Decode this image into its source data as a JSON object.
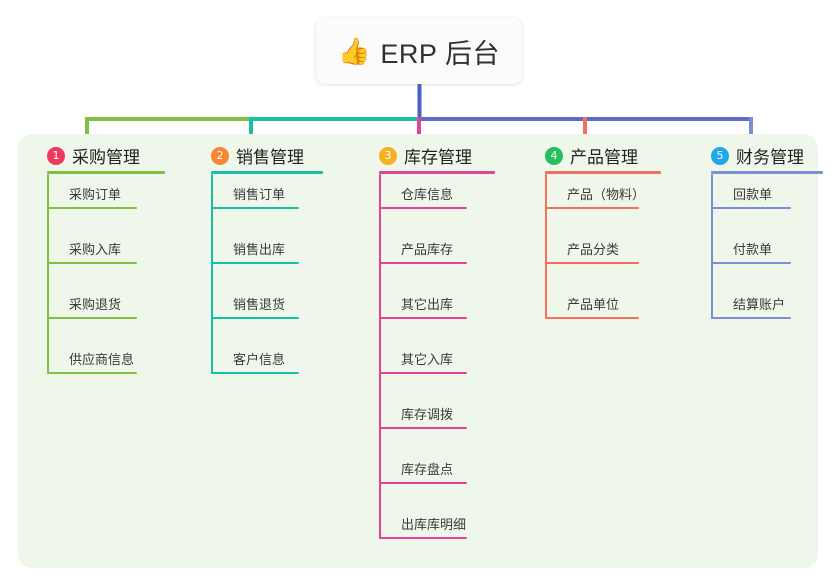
{
  "root": {
    "icon": "thumbs-up-icon",
    "icon_glyph": "👍",
    "title": "ERP 后台"
  },
  "theme": {
    "panel_background": "#eef7e9",
    "page_background": "#ffffff",
    "card_background": "#fbfbfb",
    "trunk_color": "#4b5fc4",
    "text_color": "#303133"
  },
  "columns": [
    {
      "number": "1",
      "title": "采购管理",
      "badge_color": "#ee3860",
      "line_color": "#7fbf45",
      "items": [
        {
          "label": "采购订单"
        },
        {
          "label": "采购入库"
        },
        {
          "label": "采购退货"
        },
        {
          "label": "供应商信息"
        }
      ]
    },
    {
      "number": "2",
      "title": "销售管理",
      "badge_color": "#f58634",
      "line_color": "#17bfa4",
      "items": [
        {
          "label": "销售订单"
        },
        {
          "label": "销售出库"
        },
        {
          "label": "销售退货"
        },
        {
          "label": "客户信息"
        }
      ]
    },
    {
      "number": "3",
      "title": "库存管理",
      "badge_color": "#f5b21f",
      "line_color": "#e0459a",
      "items": [
        {
          "label": "仓库信息"
        },
        {
          "label": "产品库存"
        },
        {
          "label": "其它出库"
        },
        {
          "label": "其它入库"
        },
        {
          "label": "库存调拨"
        },
        {
          "label": "库存盘点"
        },
        {
          "label": "出库库明细"
        }
      ]
    },
    {
      "number": "4",
      "title": "产品管理",
      "badge_color": "#24bf5f",
      "line_color": "#f4705e",
      "items": [
        {
          "label": "产品（物料）"
        },
        {
          "label": "产品分类"
        },
        {
          "label": "产品单位"
        }
      ]
    },
    {
      "number": "5",
      "title": "财务管理",
      "badge_color": "#22a7e8",
      "line_color": "#7b8fd6",
      "items": [
        {
          "label": "回款单"
        },
        {
          "label": "付款单"
        },
        {
          "label": "结算账户"
        }
      ]
    }
  ]
}
